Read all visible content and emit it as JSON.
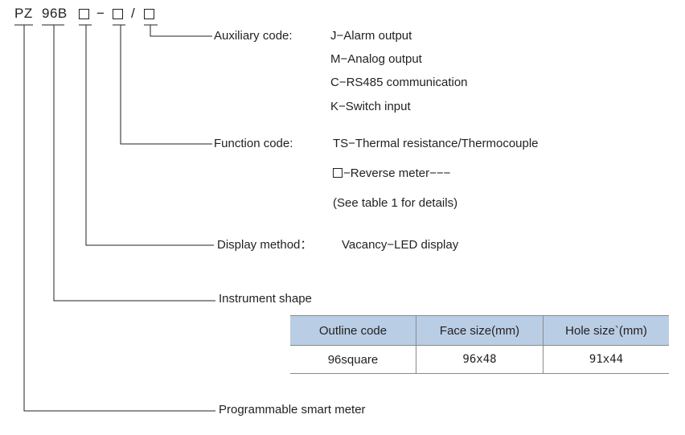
{
  "model": {
    "prefix": "PZ",
    "shape": "96B",
    "dash": "−",
    "slash": "/"
  },
  "auxiliary": {
    "label": "Auxiliary code:",
    "options": [
      "J−Alarm output",
      "M−Analog output",
      "C−RS485 communication",
      "K−Switch input"
    ]
  },
  "function": {
    "label": "Function code:",
    "options": [
      "TS−Thermal resistance/Thermocouple",
      "−Reverse meter−−−",
      "(See table 1 for details)"
    ]
  },
  "display": {
    "label": "Display method：",
    "value": "Vacancy−LED display"
  },
  "shape_label": "Instrument shape",
  "table": {
    "headers": [
      "Outline code",
      "Face size(mm)",
      "Hole size`(mm)"
    ],
    "row": [
      "96square",
      "96x48",
      "91x44"
    ]
  },
  "product_label": "Programmable smart meter",
  "colors": {
    "table_header_bg": "#b9cde5",
    "line": "#231f20"
  }
}
